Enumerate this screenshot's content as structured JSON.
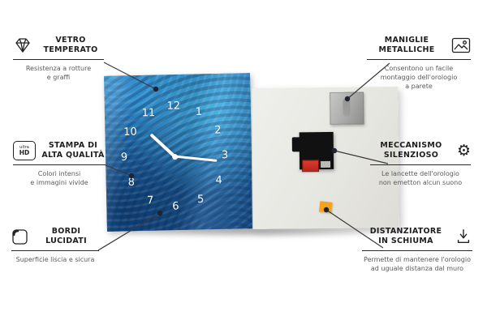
{
  "colors": {
    "line": "#3a3a3a",
    "dot": "#1f2430",
    "clock_blue": "#2170b4",
    "foam_orange": "#f5a21c",
    "battery_red": "#cf2b24"
  },
  "icons": {
    "gear_glyph": "⚙",
    "ultra_hd_top": "ultra",
    "ultra_hd_bottom": "HD"
  },
  "clock": {
    "numbers": [
      "12",
      "1",
      "2",
      "3",
      "4",
      "5",
      "6",
      "7",
      "8",
      "9",
      "10",
      "11"
    ]
  },
  "callouts": {
    "left": [
      {
        "icon": "diamond-icon",
        "title": "VETRO\nTEMPERATO",
        "description": "Resistenza a rotture\ne graffi"
      },
      {
        "icon": "ultra-hd-icon",
        "title": "STAMPA DI\nALTA QUALITÀ",
        "description": "Colori intensi\ne immagini vivide"
      },
      {
        "icon": "polished-edge-icon",
        "title": "BORDI\nLUCIDATI",
        "description": "Superficie liscia e sicura"
      }
    ],
    "right": [
      {
        "icon": "picture-frame-icon",
        "title": "MANIGLIE\nMETALLICHE",
        "description": "Consentono un facile\nmontaggio dell'orologio\na parete"
      },
      {
        "icon": "gear-icon",
        "title": "MECCANISMO\nSILENZIOSO",
        "description": "Le lancette dell'orologio\nnon emetton alcun suono"
      },
      {
        "icon": "foam-spacer-icon",
        "title": "DISTANZIATORE\nIN SCHIUMA",
        "description": "Permette di mantenere l'orologio\nad uguale distanza dal muro"
      }
    ]
  }
}
